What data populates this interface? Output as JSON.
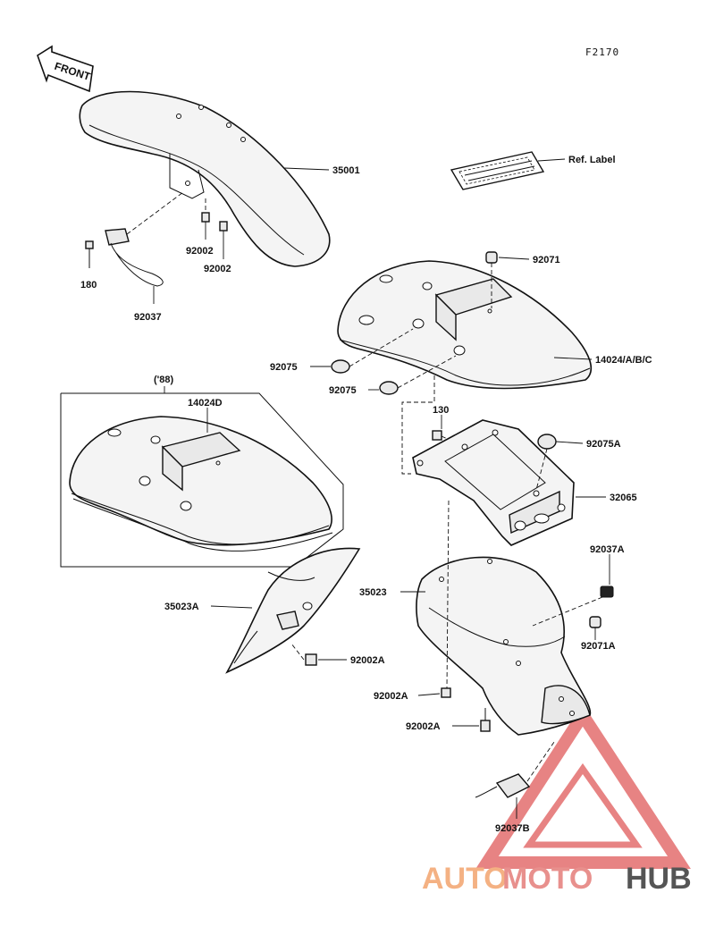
{
  "diagram_code": "F2170",
  "front_arrow": "FRONT",
  "year_note": "('88)",
  "labels": {
    "p35001": "35001",
    "p92002_a": "92002",
    "p92002_b": "92002",
    "p180": "180",
    "p92037": "92037",
    "ref_label": "Ref. Label",
    "p92071": "92071",
    "p14024": "14024/A/B/C",
    "p92075_a": "92075",
    "p92075_b": "92075",
    "p14024D": "14024D",
    "p130": "130",
    "p92075A": "92075A",
    "p32065": "32065",
    "p92037A": "92037A",
    "p35023": "35023",
    "p35023A": "35023A",
    "p92071A": "92071A",
    "p92002A_a": "92002A",
    "p92002A_b": "92002A",
    "p92002A_c": "92002A",
    "p92037B": "92037B"
  },
  "watermark": {
    "part1": "AUTO",
    "part2": "MOTO",
    "part3": "HUB",
    "colors": {
      "auto": "#f4b183",
      "moto": "#e8908d",
      "hub": "#555555",
      "triangle": "#e05a5a"
    }
  }
}
